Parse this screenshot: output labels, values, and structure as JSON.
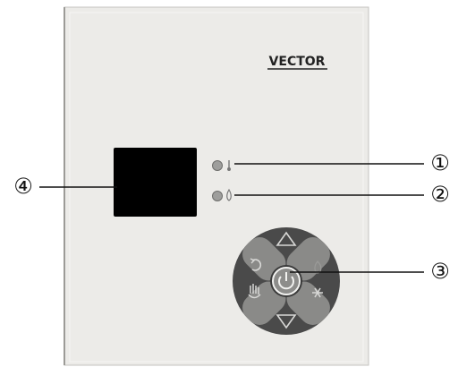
{
  "brand": {
    "name": "VECTOR"
  },
  "indicators": [
    {
      "id": "led-1",
      "icon": "thermometer-icon"
    },
    {
      "id": "led-2",
      "icon": "water-drop-icon"
    }
  ],
  "keypad": {
    "up_icon": "up-triangle-icon",
    "down_icon": "down-triangle-icon",
    "left_icons": [
      "cycle-arrows-icon",
      "hand-icon"
    ],
    "right_icons": [
      "flame-icon",
      "snowflake-icon"
    ],
    "center_icon": "power-icon"
  },
  "callouts": [
    {
      "label": "①",
      "target": "thermometer-led"
    },
    {
      "label": "②",
      "target": "drop-led"
    },
    {
      "label": "③",
      "target": "power-button"
    },
    {
      "label": "④",
      "target": "display-screen"
    }
  ],
  "colors": {
    "panel": "#ecebe8",
    "panel_edge": "#b9b8b4",
    "display": "#000000",
    "keypad_ring": "#4a4a4a",
    "keypad_button": "#8a8a88"
  }
}
